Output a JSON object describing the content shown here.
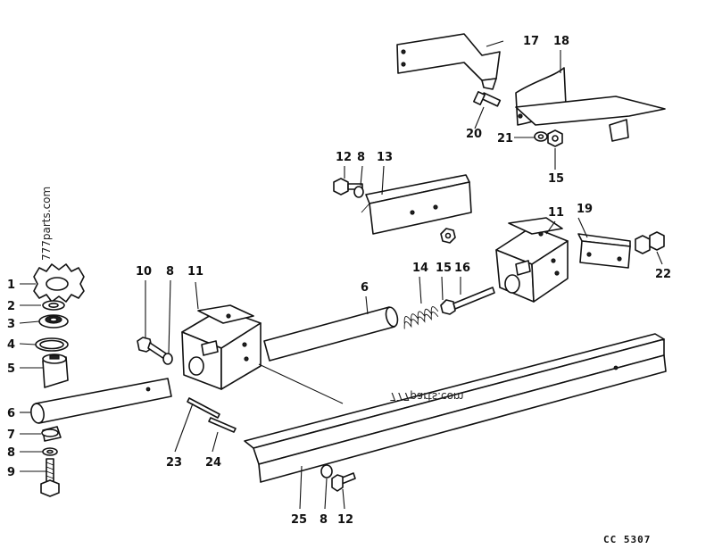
{
  "diagram": {
    "callouts": {
      "c1": "1",
      "c2": "2",
      "c3": "3",
      "c4": "4",
      "c5": "5",
      "c6a": "6",
      "c6b": "6",
      "c7": "7",
      "c8a": "8",
      "c8b": "8",
      "c8c": "8",
      "c8d": "8",
      "c9": "9",
      "c10": "10",
      "c11a": "11",
      "c11b": "11",
      "c12a": "12",
      "c12b": "12",
      "c13": "13",
      "c14": "14",
      "c15a": "15",
      "c15b": "15",
      "c16": "16",
      "c17": "17",
      "c18": "18",
      "c19": "19",
      "c20": "20",
      "c21": "21",
      "c22": "22",
      "c23": "23",
      "c24": "24",
      "c25": "25"
    },
    "watermarks": [
      "777parts.com",
      "777parts.com"
    ],
    "drawing_code": "CC 5307"
  }
}
